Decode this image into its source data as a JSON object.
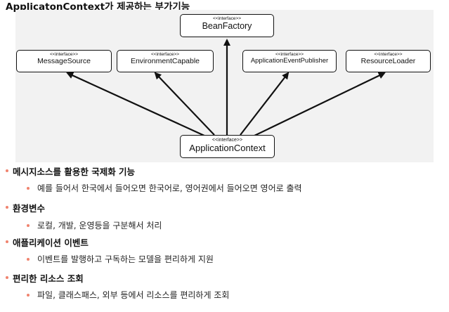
{
  "title": "ApplicatonContext가 제공하는 부가기능",
  "diagram": {
    "stereotype": "<<interface>>",
    "nodes": {
      "bean_factory": "BeanFactory",
      "message_source": "MessageSource",
      "environment_capable": "EnvironmentCapable",
      "application_event_publisher": "ApplicationEventPublisher",
      "resource_loader": "ResourceLoader",
      "application_context": "ApplicationContext"
    }
  },
  "bullets": [
    {
      "heading": "메시지소스를 활용한 국제화 기능",
      "detail": "예를 들어서 한국에서 들어오면 한국어로, 영어권에서 들어오면 영어로 출력"
    },
    {
      "heading": "환경변수",
      "detail": "로컬, 개발, 운영등을 구분해서 처리"
    },
    {
      "heading": "애플리케이션 이벤트",
      "detail": "이벤트를 발행하고 구독하는 모델을 편리하게 지원"
    },
    {
      "heading": "편리한 리소스 조회",
      "detail": "파일, 클래스패스, 외부 등에서 리소스를 편리하게 조회"
    }
  ],
  "colors": {
    "bullet": "#f0836e",
    "diagram_background": "#f2f2f2"
  }
}
